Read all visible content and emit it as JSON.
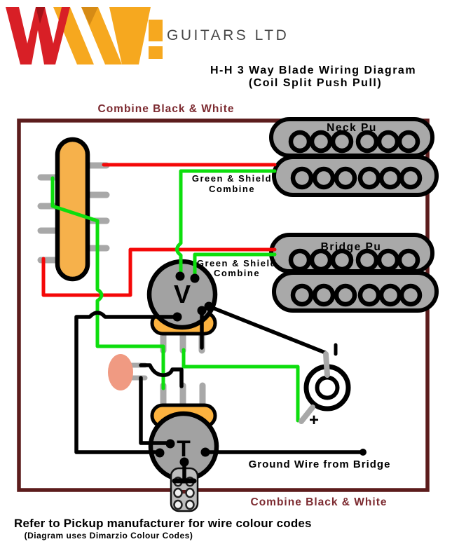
{
  "logo": {
    "brand_text": "GUITARS LTD"
  },
  "title": {
    "line1": "H-H 3 Way Blade Wiring Diagram",
    "line2": "(Coil Split Push Pull)"
  },
  "annotations": {
    "combine_top": "Combine Black & White",
    "combine_bottom": "Combine Black & White",
    "green_shield_line1": "Green & Shield",
    "green_shield_line2": "Combine",
    "ground_wire": "Ground Wire from Bridge"
  },
  "components": {
    "neck_pickup_label": "Neck Pu",
    "bridge_pickup_label": "Bridge Pu",
    "volume_pot_label": "V",
    "tone_pot_label": "T",
    "jack_plus_label": "+"
  },
  "footer": {
    "line1": "Refer to Pickup manufacturer for wire colour codes",
    "line2": "(Diagram uses Dimarzio Colour Codes)"
  },
  "colors": {
    "wire_red": "#f40808",
    "wire_green": "#0dde0d",
    "wire_black": "#000000",
    "frame_maroon": "#5c1c1c",
    "text_maroon": "#7c2a30",
    "pickup_gray": "#a9a9a9",
    "pot_gray": "#a2a2a2",
    "lug_gray": "#a8a8a8",
    "switch_orange": "#f6b14b",
    "base_orange": "#fcb23f",
    "cap_salmon": "#f09a82",
    "pushpull_gray": "#bdbdbd",
    "pushpull_hole": "#f0f0f0",
    "logo_red": "#d81f26",
    "logo_red_dark": "#a31218",
    "logo_orange": "#f6a81f",
    "logo_orange_dark": "#d68b15",
    "logo_text": "#474747"
  }
}
